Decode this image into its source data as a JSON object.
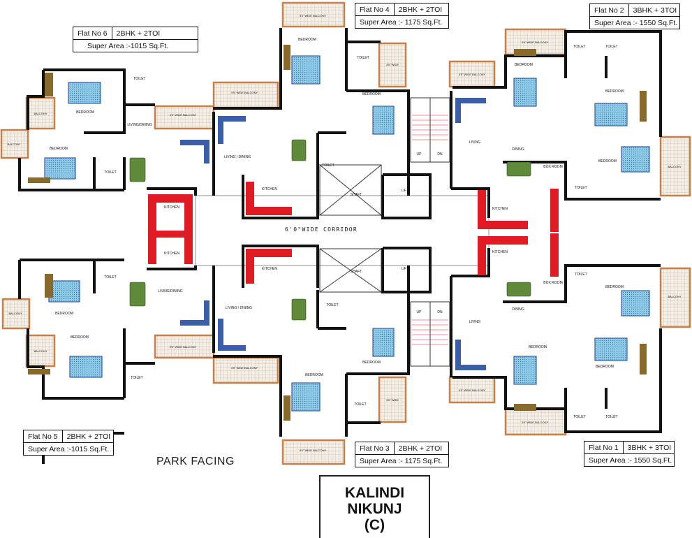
{
  "flats": {
    "flat6": {
      "label": "Flat No 6",
      "config": "2BHK + 2TOI",
      "area": "Super Area :-1015 Sq.Ft."
    },
    "flat4": {
      "label": "Flat No 4",
      "config": "2BHK + 2TOI",
      "area": "Super Area :- 1175 Sq.Ft."
    },
    "flat2": {
      "label": "Flat No 2",
      "config": "3BHK + 3TOI",
      "area": "Super Area :- 1550 Sq.Ft."
    },
    "flat5": {
      "label": "Flat No 5",
      "config": "2BHK + 2TOI",
      "area": "Super Area :-1015 Sq.Ft."
    },
    "flat3": {
      "label": "Flat No 3",
      "config": "2BHK + 2TOI",
      "area": "Super Area :- 1175 Sq.Ft."
    },
    "flat1": {
      "label": "Flat No 1",
      "config": "3BHK + 3TOI",
      "area": "Super Area :- 1550 Sq.Ft."
    }
  },
  "corridor": "6'0\"WIDE CORRIDOR",
  "park_facing": "PARK FACING",
  "project": {
    "line1": "KALINDI",
    "line2": "NIKUNJ",
    "line3": "(C)"
  },
  "rooms": {
    "bedroom": "BEDROOM",
    "toilet": "TOILET",
    "kitchen": "KITCHEN",
    "living_dining": "LIVING / DINING",
    "living_dining_alt": "LIVING/DINING",
    "living": "LIVING",
    "dining": "DINING",
    "balcony": "BALCONY",
    "wide_balcony": "3'0\" WIDE BALCONY",
    "wide_balcony_short": "3'0\" WIDE",
    "shaft": "SHAFT",
    "lift": "LIFT",
    "box_room": "BOX ROOM",
    "up": "UP",
    "dn": "DN"
  },
  "colors": {
    "wall": "#111111",
    "balcony": "#c8804a",
    "kitchen": "#e01b24",
    "furniture_blue": "#3a5fa8",
    "bed_fill": "#8ec9e6",
    "table_green": "#5f8a3a",
    "wardrobe": "#8a6a2a"
  }
}
